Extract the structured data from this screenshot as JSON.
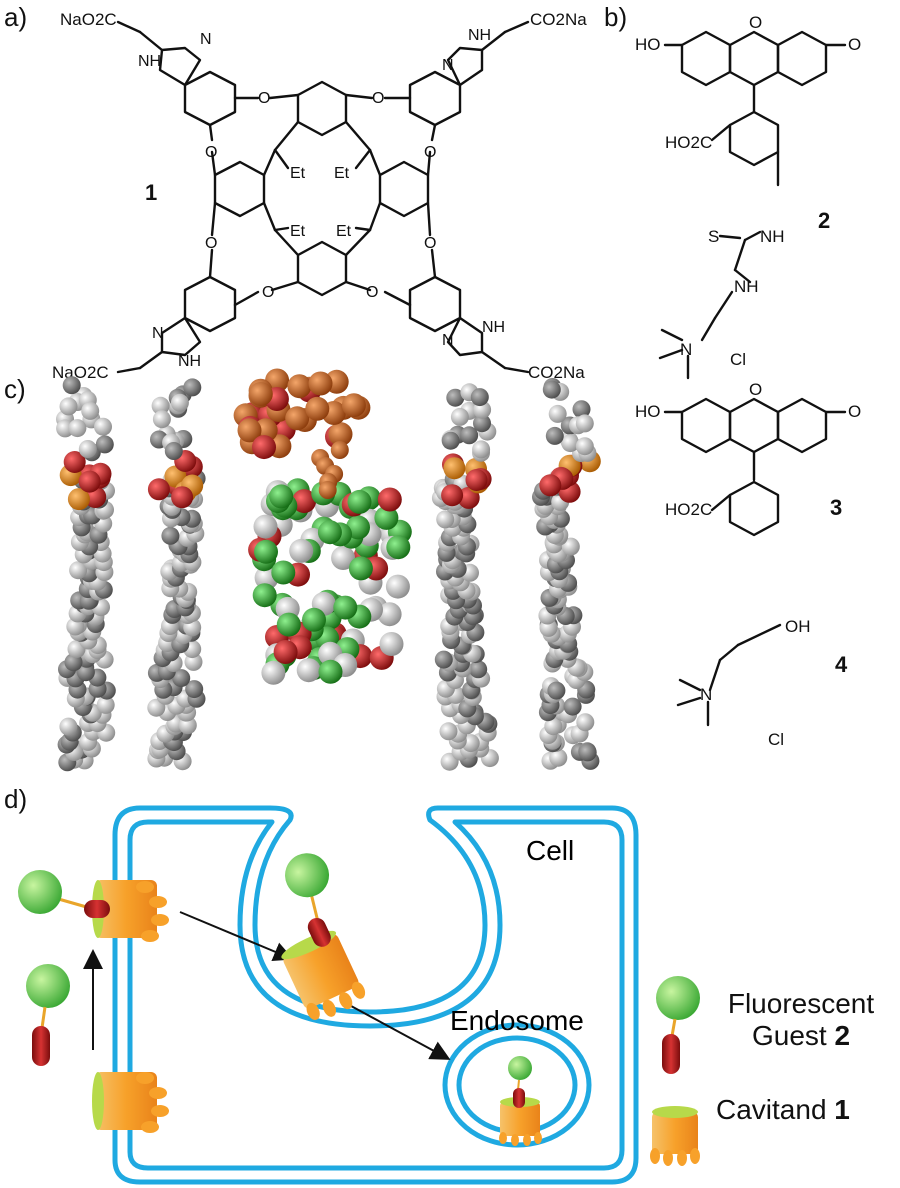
{
  "panels": {
    "a": "a)",
    "b": "b)",
    "c": "c)",
    "d": "d)"
  },
  "panel_a": {
    "compound_number": "1",
    "substituents": {
      "top_left": "NaO2C",
      "top_right": "CO2Na",
      "bottom_left": "NaO2C",
      "bottom_right": "CO2Na",
      "ethyl": "Et",
      "amine": "NH",
      "n": "N",
      "o": "O"
    }
  },
  "panel_b": {
    "compound_2": {
      "number": "2",
      "labels": [
        "HO",
        "O",
        "O",
        "HO2C",
        "S",
        "NH",
        "NH",
        "N",
        "Cl"
      ]
    },
    "compound_3": {
      "number": "3",
      "labels": [
        "HO",
        "O",
        "O",
        "HO2C"
      ]
    },
    "compound_4": {
      "number": "4",
      "labels": [
        "OH",
        "N",
        "Cl"
      ]
    }
  },
  "panel_d": {
    "cell_label": "Cell",
    "endosome_label": "Endosome",
    "legend": {
      "guest_line1": "Fluorescent",
      "guest_line2": "Guest",
      "guest_number": "2",
      "cavitand": "Cavitand",
      "cavitand_number": "1"
    }
  },
  "colors": {
    "membrane": "#1fa9e1",
    "cavitand": "#f7a12a",
    "cavitand_rim": "#b7d94a",
    "guest_sphere": "#5cc24a",
    "guest_tail": "#b01e1e",
    "carbon_green": "#2fb52f",
    "oxygen": "#c81414",
    "phosphorus": "#e08a20",
    "hydrogen": "#d8d8d8",
    "lipid_carbon": "#8c8c8c",
    "fluorescein": "#cf6d24"
  }
}
